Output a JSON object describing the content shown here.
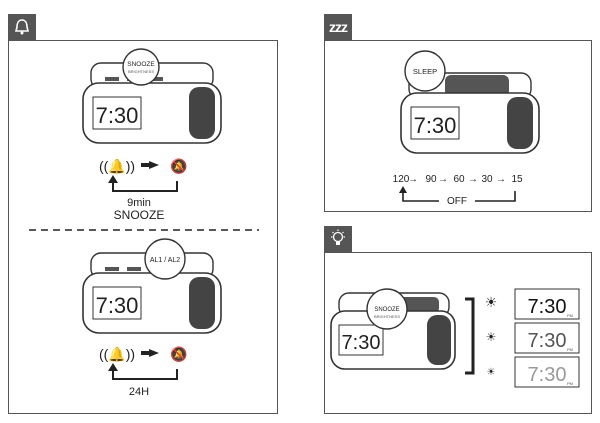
{
  "icons": {
    "alarm_tab": "alarm-bell-icon",
    "sleep_tab": "zzz-icon",
    "dimmer_tab": "light-bulb-icon"
  },
  "alarm_panel": {
    "snooze_bubble_title": "SNOOZE",
    "snooze_bubble_sub": "BRIGHTNESS",
    "snooze_time": "9min",
    "snooze_label": "SNOOZE",
    "al_bubble": "AL1 / AL2",
    "al_time": "24H",
    "clock_time": "7:30"
  },
  "sleep_panel": {
    "tab_text": "zzz",
    "bubble": "SLEEP",
    "sequence": [
      "120",
      "90",
      "60",
      "30",
      "15"
    ],
    "off_label": "OFF",
    "clock_time": "7:30"
  },
  "dimmer_panel": {
    "bubble_title": "SNOOZE",
    "bubble_sub": "BRIGHTNESS",
    "clock_time": "7:30",
    "level_displays": [
      "7:30",
      "7:30",
      "7:30"
    ],
    "level_display_sub": "PM"
  }
}
